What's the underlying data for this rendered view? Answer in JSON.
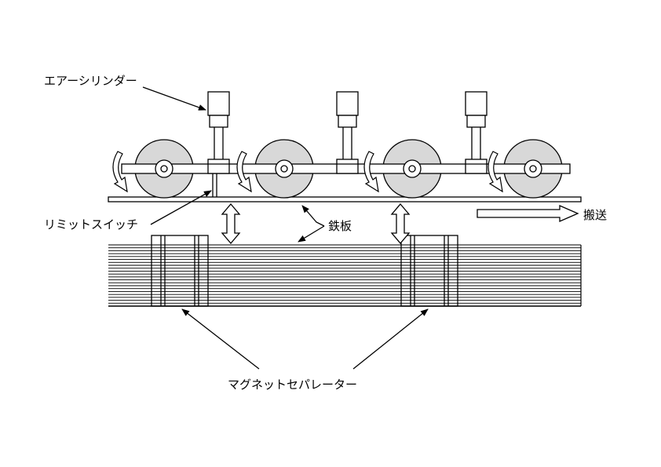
{
  "labels": {
    "air_cylinder": "エアーシリンダー",
    "limit_switch": "リミットスイッチ",
    "steel_plate": "鉄板",
    "conveyance": "搬送",
    "magnet_separator": "マグネットセパレーター"
  },
  "colors": {
    "line": "#000000",
    "background": "#ffffff",
    "roller_fill": "#d8d8d8"
  },
  "counts": {
    "rollers": 4,
    "air_cylinders": 3,
    "stack_sheets": 22
  }
}
